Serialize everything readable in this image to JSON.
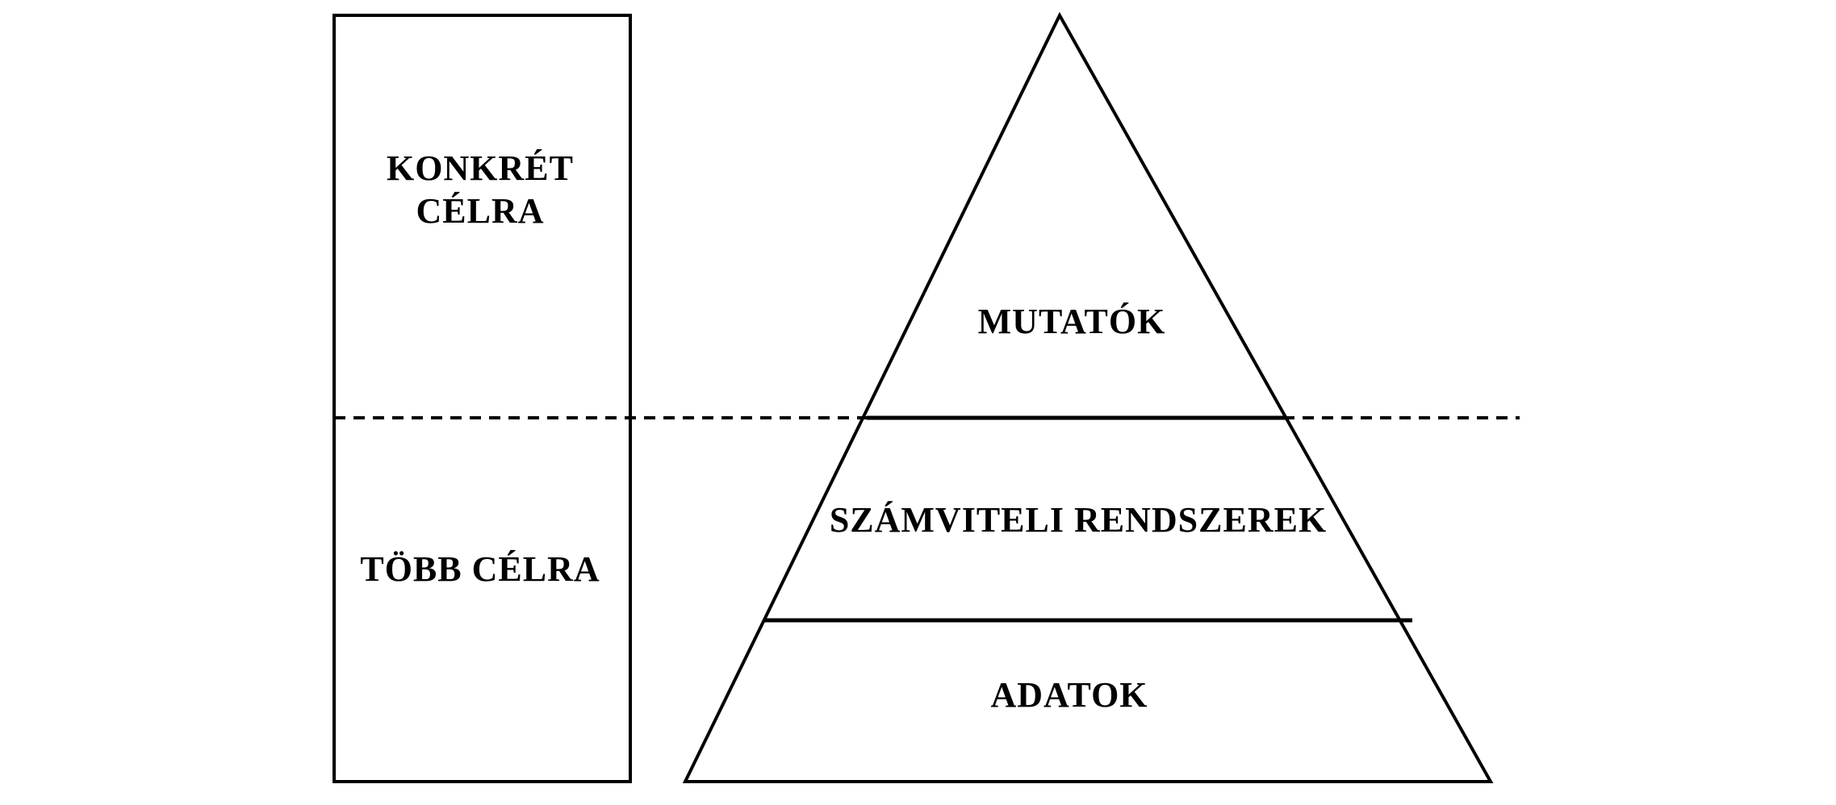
{
  "left_box": {
    "top_label_line1": "KONKRÉT",
    "top_label_line2": "CÉLRA",
    "bottom_label": "TÖBB CÉLRA"
  },
  "pyramid": {
    "top_level": "MUTATÓK",
    "middle_level": "SZÁMVITELI RENDSZEREK",
    "bottom_level": "ADATOK"
  }
}
